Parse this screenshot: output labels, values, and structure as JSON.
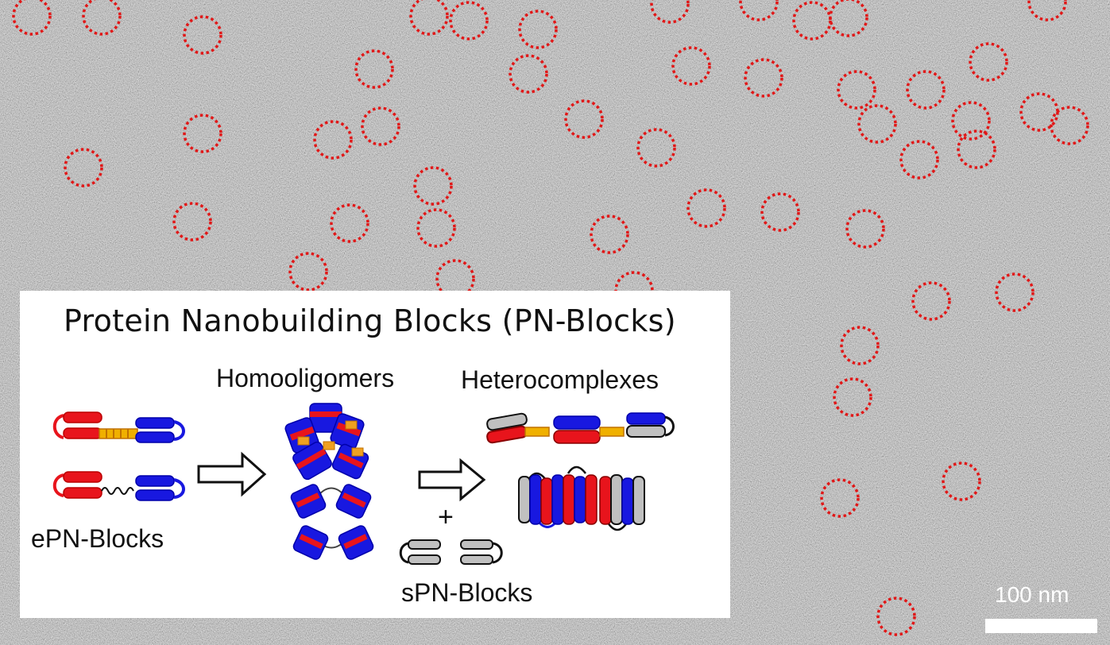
{
  "inset": {
    "title": "Protein Nanobuilding Blocks (PN-Blocks)",
    "homooligomers_label": "Homooligomers",
    "heterocomplexes_label": "Heterocomplexes",
    "epn_label": "ePN-Blocks",
    "plus_label": "+",
    "spn_label": "sPN-Blocks"
  },
  "scale_bar": {
    "label": "100 nm"
  },
  "colors": {
    "circle_marker": "#e01818",
    "helix_red": "#e8141c",
    "helix_blue": "#1818e0",
    "linker_orange": "#f0a020",
    "helix_gray": "#c0c0c0"
  }
}
